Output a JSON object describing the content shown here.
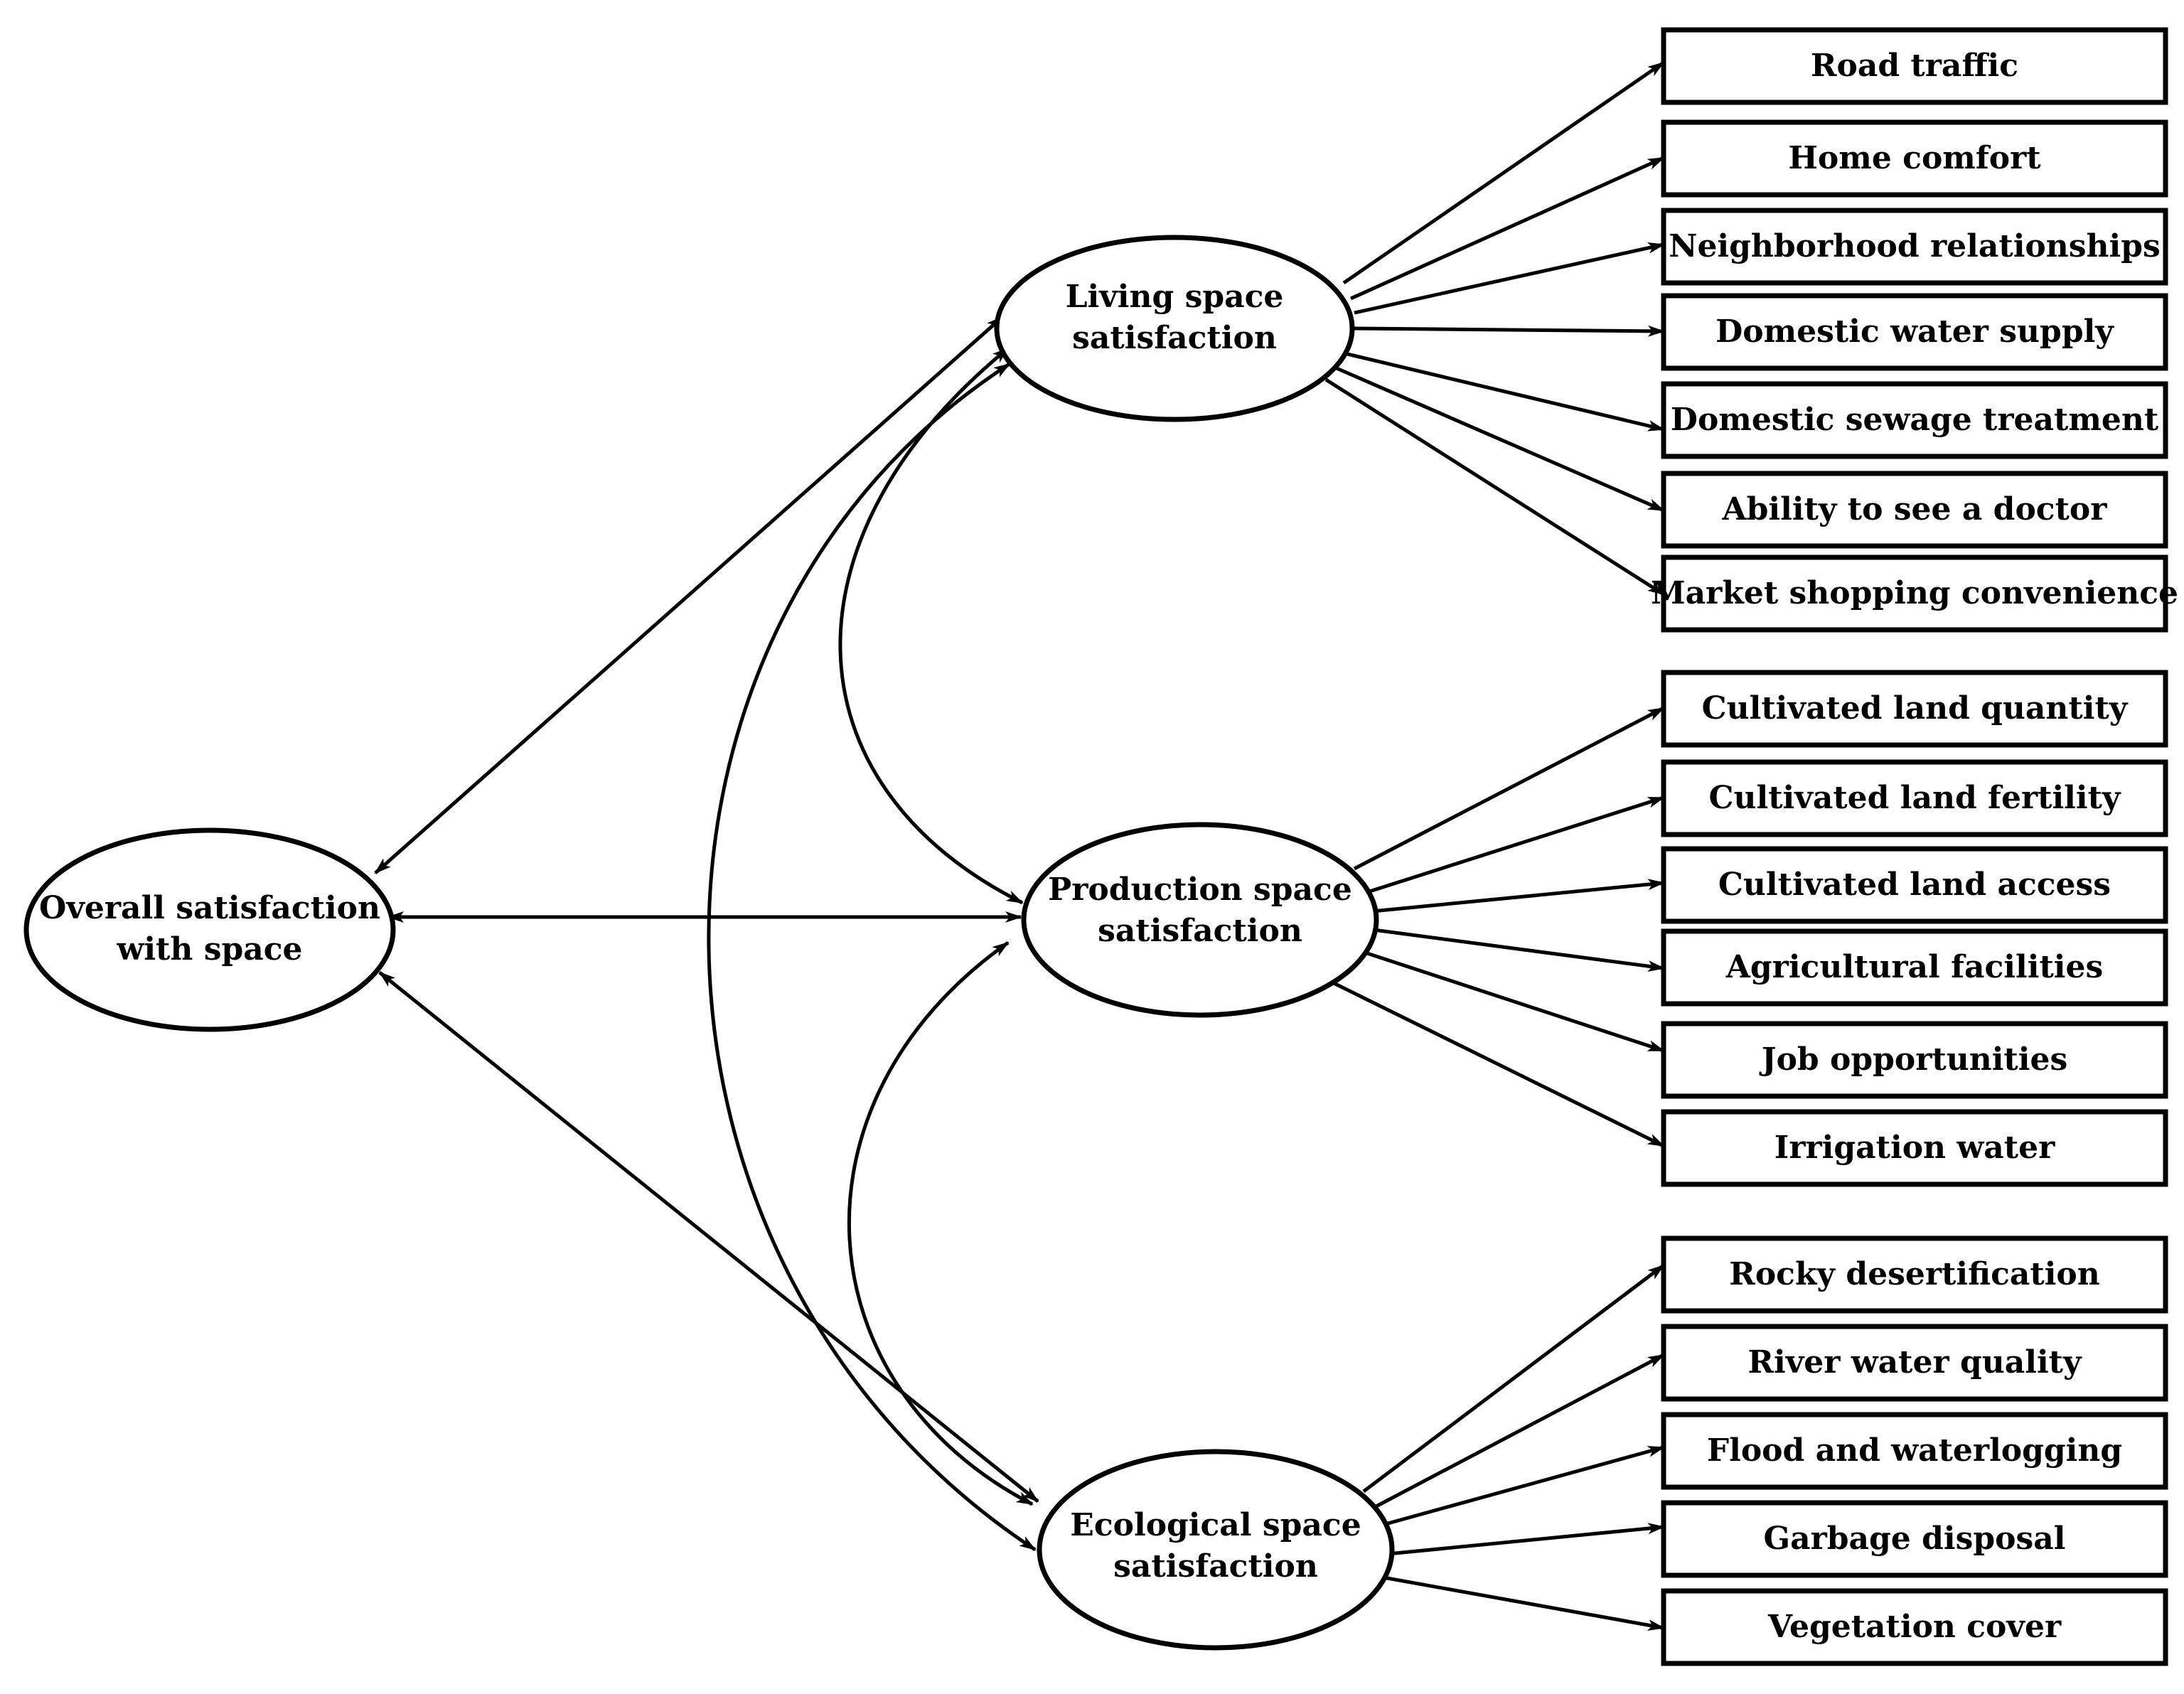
{
  "root": {
    "lines": [
      "Overall satisfaction",
      "with space"
    ]
  },
  "factors": [
    {
      "id": "living",
      "lines": [
        "Living space",
        "satisfaction"
      ],
      "indicators": [
        "Road traffic",
        "Home comfort",
        "Neighborhood relationships",
        "Domestic water supply",
        "Domestic sewage treatment",
        "Ability to see a doctor",
        "Market shopping convenience"
      ]
    },
    {
      "id": "production",
      "lines": [
        "Production space",
        "satisfaction"
      ],
      "indicators": [
        "Cultivated land quantity",
        "Cultivated land fertility",
        "Cultivated land access",
        "Agricultural facilities",
        "Job opportunities",
        "Irrigation water"
      ]
    },
    {
      "id": "ecological",
      "lines": [
        "Ecological space",
        "satisfaction"
      ],
      "indicators": [
        "Rocky desertification",
        "River water quality",
        "Flood and waterlogging",
        "Garbage disposal",
        "Vegetation cover"
      ]
    }
  ],
  "colors": {
    "stroke": "#000000",
    "fill": "#ffffff"
  }
}
